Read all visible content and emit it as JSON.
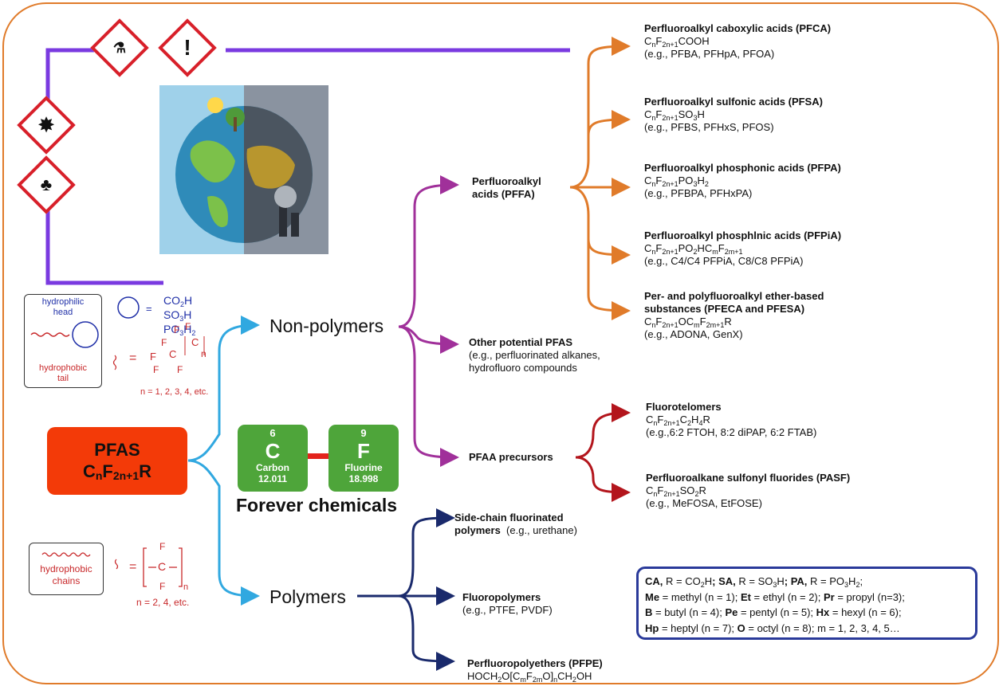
{
  "pfas": {
    "name": "PFAS",
    "formula": "CnF2n+1R"
  },
  "elements": [
    {
      "number": "6",
      "symbol": "C",
      "name": "Carbon",
      "mass": "12.011"
    },
    {
      "number": "9",
      "symbol": "F",
      "name": "Fluorine",
      "mass": "18.998"
    }
  ],
  "forever_label": "Forever chemicals",
  "main_branches": {
    "non_polymers": "Non-polymers",
    "polymers": "Polymers"
  },
  "non_polymer_classes": {
    "pffa": [
      "Perfluoroalkyl",
      "acids (PFFA)"
    ],
    "other": [
      "Other potential PFAS",
      "(e.g., perfluorinated alkanes,",
      "hydrofluoro compounds"
    ],
    "precursors": "PFAA precursors"
  },
  "acids": [
    {
      "title": "Perfluoroalkyl caboxylic acids (PFCA)",
      "examples": "(e.g., PFBA, PFHpA, PFOA)"
    },
    {
      "title": "Perfluoroalkyl sulfonic acids (PFSA)",
      "examples": "(e.g., PFBS, PFHxS, PFOS)"
    },
    {
      "title": "Perfluoroalkyl phosphonic acids (PFPA)",
      "examples": "(e.g., PFBPA, PFHxPA)"
    },
    {
      "title": "Perfluoroalkyl phosphlnic acids (PFPiA)",
      "examples": "(e.g., C4/C4 PFPiA, C8/C8 PFPiA)"
    },
    {
      "title": "Per- and polyfluoroalkyl ether-based",
      "title2": "substances (PFECA and PFESA)",
      "examples": "(e.g., ADONA, GenX)"
    }
  ],
  "precursors": [
    {
      "title": "Fluorotelomers",
      "examples": "(e.g.,6:2 FTOH, 8:2 diPAP, 6:2 FTAB)"
    },
    {
      "title": "Perfluoroalkane sulfonyl fluorides (PASF)",
      "examples": "(e.g., MeFOSA, EtFOSE)"
    }
  ],
  "polymer_classes": [
    {
      "title": "Side-chain fluorinated",
      "title2": "polymers",
      "examples": "(e.g., urethane)"
    },
    {
      "title": "Fluoropolymers",
      "examples": "(e.g., PTFE, PVDF)"
    },
    {
      "title": "Perfluoropolyethers (PFPE)"
    }
  ],
  "structure_labels": {
    "hydrophilic": [
      "hydrophilic",
      "head"
    ],
    "hydrophobic_tail": [
      "hydrophobic",
      "tail"
    ],
    "head_groups": [
      "CO2H",
      "SO3H",
      "PO3H2"
    ],
    "n_values_tail": "n = 1, 2, 3, 4, etc.",
    "hydrophobic_chains": [
      "hydrophobic",
      "chains"
    ],
    "n_values_chain": "n = 2, 4, etc."
  },
  "legend_lines": [
    "CA, R = CO2H; SA, R = SO3H; PA, R = PO3H2;",
    "Me = methyl (n = 1); Et = ethyl (n = 2); Pr = propyl (n=3);",
    "B = butyl (n = 4); Pe = pentyl (n = 5); Hx = hexyl (n = 6);",
    "Hp = heptyl (n = 7); O = octyl (n = 8); m = 1, 2, 3, 4, 5…"
  ],
  "colors": {
    "orange": "#e07b2a",
    "purple": "#a0309a",
    "crimson": "#b3151c",
    "navy": "#1a2a6c",
    "skyblue": "#31a8e0",
    "violet": "#7a3ae0",
    "pfas_red": "#f33a08",
    "element_green": "#4ea53a",
    "hazard_red": "#d8202a"
  },
  "icons": [
    "corrosive-hazard-icon",
    "exclamation-hazard-icon",
    "health-hazard-icon",
    "environment-hazard-icon",
    "earth-pollution-image"
  ]
}
